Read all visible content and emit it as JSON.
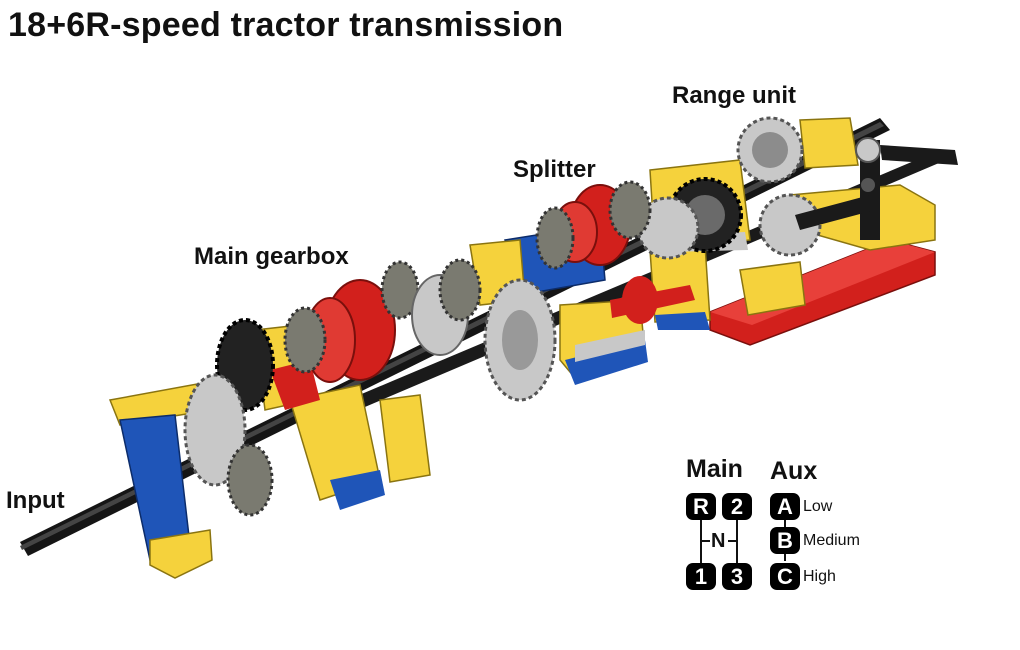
{
  "title": "18+6R-speed tractor transmission",
  "labels": {
    "range_unit": "Range unit",
    "splitter": "Splitter",
    "main_gearbox": "Main gearbox",
    "input": "Input"
  },
  "legend": {
    "main_heading": "Main",
    "aux_heading": "Aux",
    "main_keys": {
      "reverse": "R",
      "second": "2",
      "neutral": "N",
      "first": "1",
      "third": "3"
    },
    "aux_keys": [
      {
        "key": "A",
        "desc": "Low"
      },
      {
        "key": "B",
        "desc": "Medium"
      },
      {
        "key": "C",
        "desc": "High"
      }
    ]
  },
  "colors": {
    "yellow": "#f5d23c",
    "blue": "#1f55b8",
    "red": "#d2201c",
    "black": "#1a1a1a",
    "light_gray": "#c8c8c8",
    "dark_gray": "#7a7a70"
  }
}
